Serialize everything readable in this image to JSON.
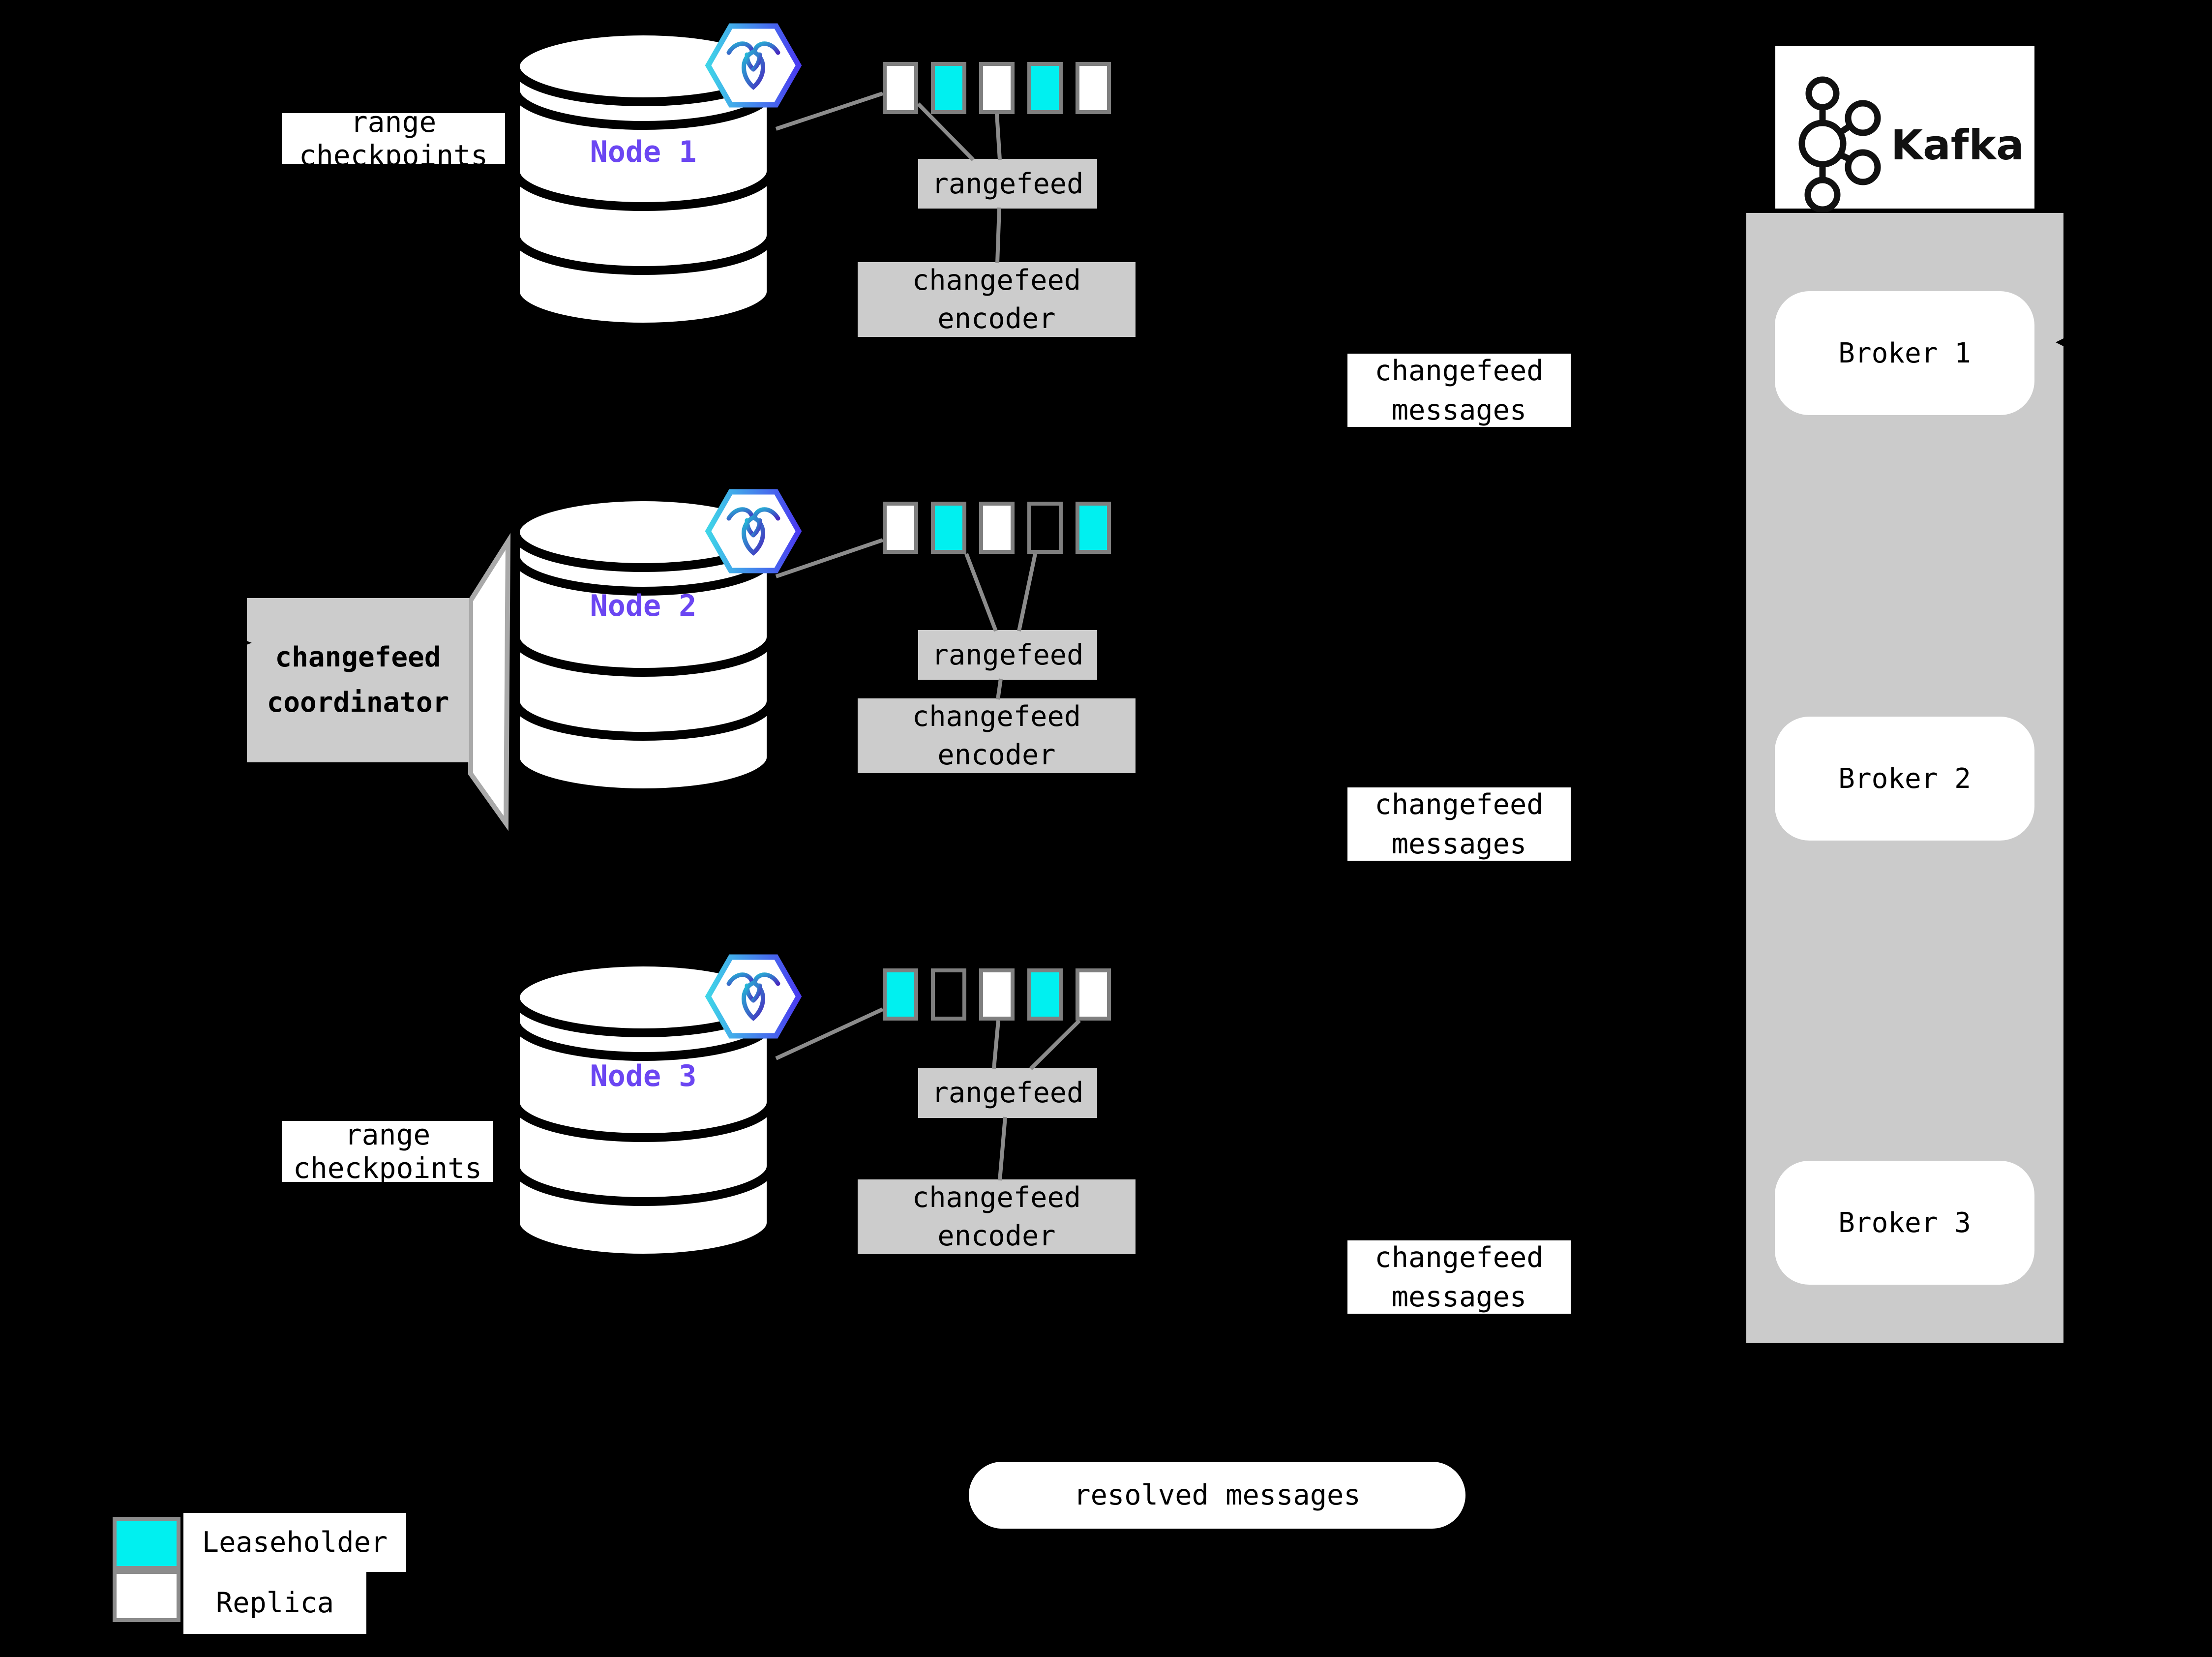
{
  "colors": {
    "background": "#000000",
    "leaseholder": "#00f0f0",
    "replica": "#ffffff",
    "panel_gray": "#cbcbcb",
    "box_gray": "#cccccc",
    "node_label": "#6b46f2",
    "connector_gray": "#8c8c8c"
  },
  "left_labels": {
    "range_checkpoints_top": {
      "line1": "range",
      "line2": "checkpoints"
    },
    "range_checkpoints_bottom": {
      "line1": "range",
      "line2": "checkpoints"
    },
    "coordinator": {
      "line1": "changefeed",
      "line2": "coordinator"
    }
  },
  "nodes": [
    {
      "name": "Node 1",
      "rangefeed": "rangefeed",
      "encoder": {
        "line1": "changefeed",
        "line2": "encoder"
      },
      "messages": {
        "line1": "changefeed",
        "line2": "messages"
      },
      "ranges": [
        "replica",
        "leaseholder",
        "replica",
        "leaseholder",
        "replica"
      ]
    },
    {
      "name": "Node 2",
      "rangefeed": "rangefeed",
      "encoder": {
        "line1": "changefeed",
        "line2": "encoder"
      },
      "messages": {
        "line1": "changefeed",
        "line2": "messages"
      },
      "ranges": [
        "replica",
        "leaseholder",
        "replica",
        "none",
        "leaseholder"
      ]
    },
    {
      "name": "Node 3",
      "rangefeed": "rangefeed",
      "encoder": {
        "line1": "changefeed",
        "line2": "encoder"
      },
      "messages": {
        "line1": "changefeed",
        "line2": "messages"
      },
      "ranges": [
        "leaseholder",
        "none",
        "replica",
        "leaseholder",
        "replica"
      ]
    }
  ],
  "kafka": {
    "brand": "Kafka",
    "brokers": [
      {
        "label": "Broker 1"
      },
      {
        "label": "Broker 2"
      },
      {
        "label": "Broker 3"
      }
    ]
  },
  "resolved_pill": "resolved messages",
  "legend": {
    "items": [
      {
        "key": "leaseholder",
        "label": "Leaseholder"
      },
      {
        "key": "replica",
        "label": "Replica"
      }
    ]
  }
}
